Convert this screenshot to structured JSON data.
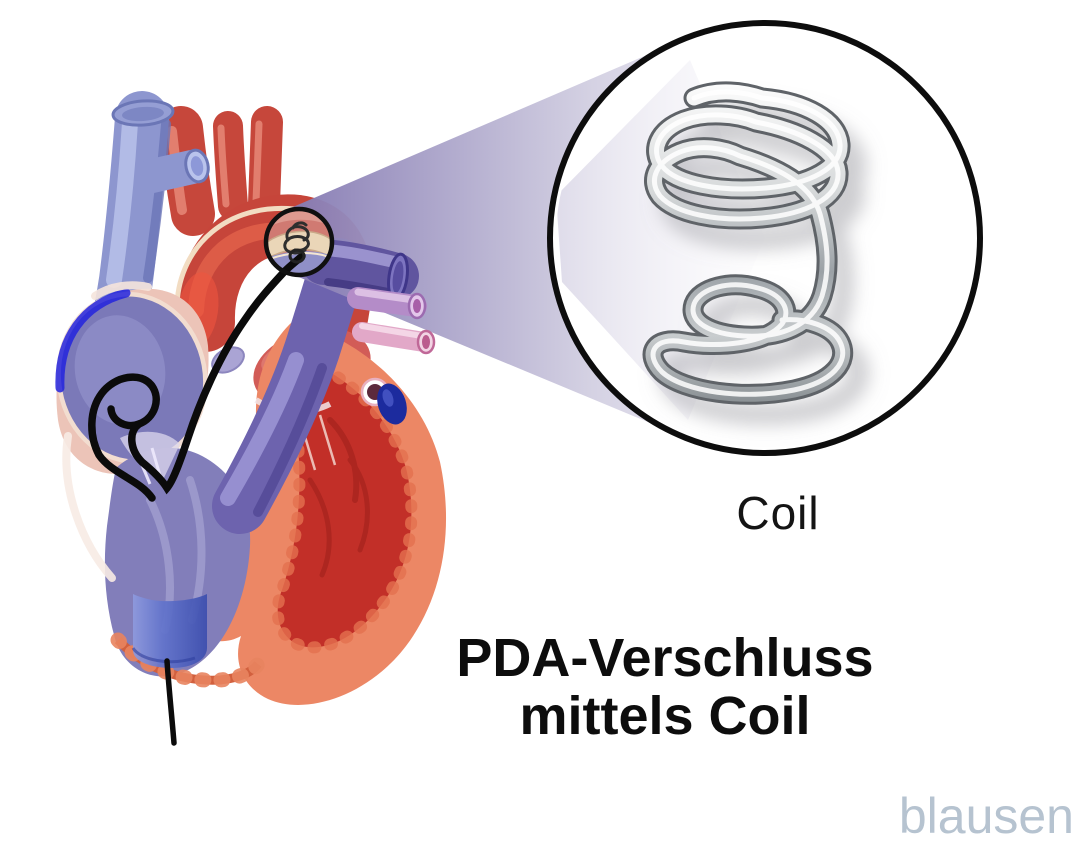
{
  "illustration": {
    "subject": "heart-with-catheter-pda-coil-closure",
    "coil_label": "Coil",
    "caption": {
      "line1": "PDA-Verschluss",
      "line2": "mittels Coil"
    },
    "brand": "blausen",
    "colors": {
      "background_white": "#ffffff",
      "aorta_red": "#c6453a",
      "aorta_highlight": "#e07a68",
      "vena_cava_blue": "#8d96cf",
      "atrium_purple": "#7b79b8",
      "ventricle_purple": "#827eba",
      "lv_interior_red": "#c22f28",
      "myocardium_salmon": "#ec8765",
      "left_atrium_red": "#d25c57",
      "pulmonary_artery_purple": "#6d63ae",
      "pulmonary_vein_pink": "#e2a8c8",
      "inferior_vena_cava_blue": "#6274cc",
      "catheter_black": "#0b0b0b",
      "coil_silver": "#c9cdd0",
      "beam_lavender": "#a79fc8",
      "magnifier_ring_black": "#101010",
      "cream_lining": "#f2dcc2",
      "brand_gray_blue": "#b6c3d0"
    }
  }
}
